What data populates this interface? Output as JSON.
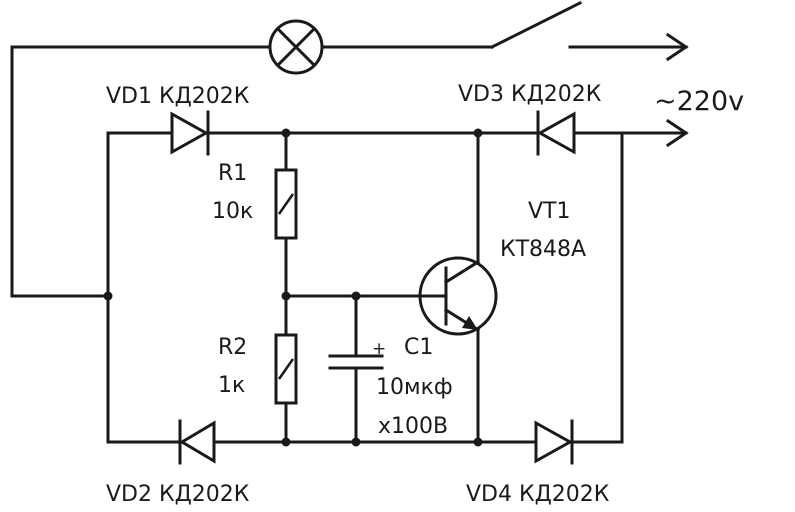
{
  "labels": {
    "vd1": "VD1 КД202К",
    "vd2": "VD2 КД202К",
    "vd3": "VD3 КД202К",
    "vd4": "VD4 КД202К",
    "r1_name": "R1",
    "r1_value": "10к",
    "r2_name": "R2",
    "r2_value": "1к",
    "c1_name": "C1",
    "c1_value": "10мкф",
    "c1_voltage": "x100В",
    "c1_polarity": "+",
    "vt1_name": "VT1",
    "vt1_type": "КТ848А",
    "supply": "~220v"
  },
  "components": {
    "lamp": "lamp-symbol",
    "switch": "switch-symbol",
    "transistor": "npn-transistor",
    "arrows": [
      "arrow-right-icon",
      "arrow-right-icon"
    ]
  }
}
